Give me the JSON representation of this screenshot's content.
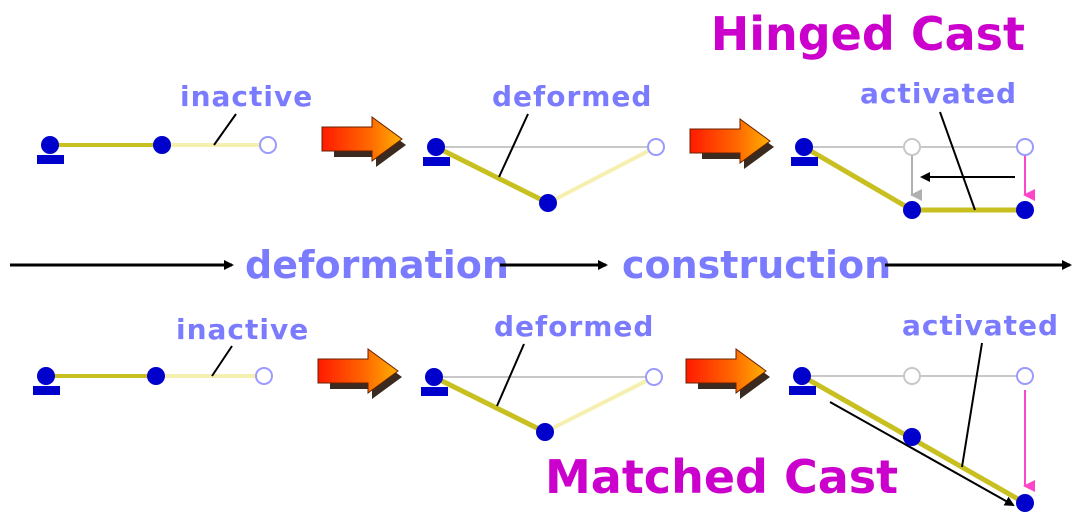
{
  "titles": {
    "hinged": "Hinged Cast",
    "matched": "Matched Cast"
  },
  "timeline": {
    "deformation": "deformation",
    "construction": "construction"
  },
  "labels": {
    "top_inactive": "inactive",
    "top_deformed": "deformed",
    "top_activated": "activated",
    "bottom_inactive": "inactive",
    "bottom_deformed": "deformed",
    "bottom_activated": "activated"
  },
  "colors": {
    "title": "#cc00cc",
    "label": "#7b7bff",
    "node": "#0000cc",
    "active_element": "#c8c020",
    "inactive_element": "#f5f0b0",
    "reference_line": "#c8c8c8",
    "hollow_node": "#9a9aff",
    "activation_arrow": "#ff44cc",
    "timeline_arrow": "#000000"
  },
  "icons": {
    "process": "3d-arrow-icon",
    "support": "fixed-support-icon"
  }
}
